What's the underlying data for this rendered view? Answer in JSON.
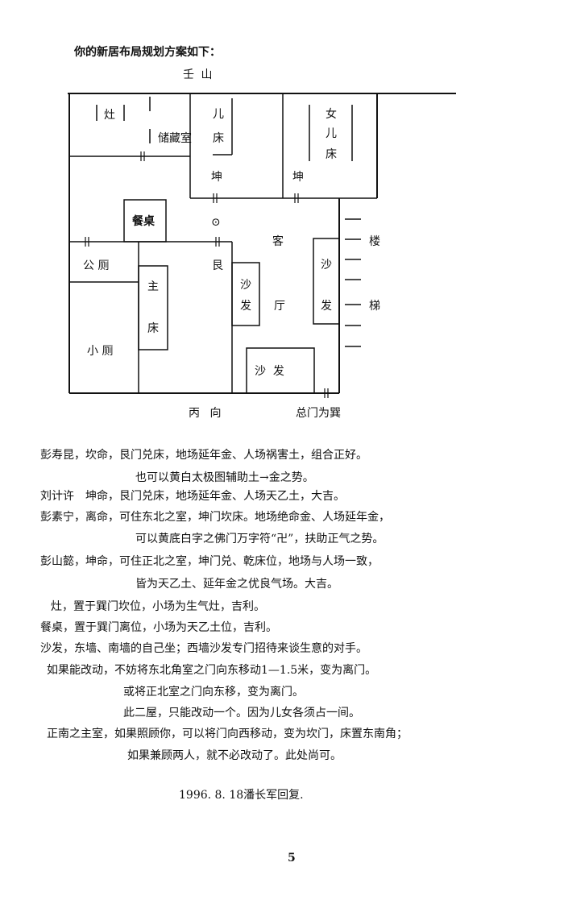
{
  "header": {
    "intro": "你的新居布局规划方案如下：",
    "north": "壬 山"
  },
  "plan": {
    "rooms": {
      "stove": "灶",
      "storage": "储藏室",
      "son_bed": [
        "儿",
        "床"
      ],
      "kun_left": "坤",
      "daughter_bed": [
        "女",
        "儿",
        "床"
      ],
      "kun_right": "坤",
      "dining_table": "餐桌",
      "center_mark": "⊙",
      "public_toilet": "公 厕",
      "master_bed": [
        "主",
        "床"
      ],
      "small_toilet": "小 厕",
      "gen": "艮",
      "sofa_left": [
        "沙",
        "发"
      ],
      "living_room": [
        "客",
        "厅"
      ],
      "sofa_right": [
        "沙",
        "发"
      ],
      "sofa_bottom": "沙  发",
      "stairs": [
        "楼",
        "梯"
      ]
    },
    "south": "丙 向",
    "main_door": "总门为巽"
  },
  "body": {
    "lines": [
      "彭寿昆，坎命，艮门兑床，地场延年金、人场祸害土，组合正好。",
      "也可以黄白太极图辅助土→金之势。",
      "刘计许　坤命，艮门兑床，地场延年金、人场天乙土，大吉。",
      "彭素宁，离命，可住东北之室，坤门坎床。地场绝命金、人场延年金，",
      "可以黄底白字之佛门万字符“卍”，扶助正气之势。",
      "彭山懿，坤命，可住正北之室，坤门兑、乾床位，地场与人场一致，",
      "皆为天乙土、延年金之优良气场。大吉。",
      "灶，置于巽门坎位，小场为生气灶，吉利。",
      "餐桌，置于巽门离位，小场为天乙土位，吉利。",
      "沙发，东墙、南墙的自己坐；西墙沙发专门招待来谈生意的对手。",
      "如果能改动，不妨将东北角室之门向东移动1—1.5米，变为离门。",
      "或将正北室之门向东移，变为离门。",
      "此二屋，只能改动一个。因为儿女各须占一间。",
      "正南之主室，如果照顾你，可以将门向西移动，变为坎门，床置东南角；",
      "如果兼顾两人，就不必改动了。此处尚可。"
    ],
    "signature": "1996. 8. 18潘长军回复."
  },
  "footer": {
    "page_number": "5"
  }
}
